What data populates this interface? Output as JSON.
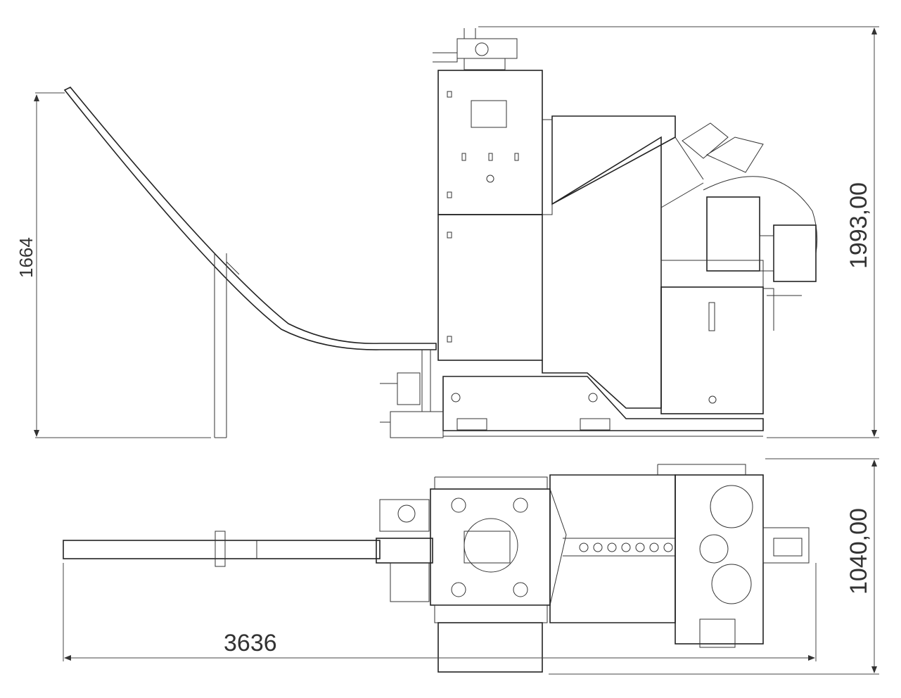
{
  "drawing": {
    "side_view": {
      "dimensions": {
        "chute_height": "1664",
        "total_height": "1993,00"
      }
    },
    "top_view": {
      "dimensions": {
        "total_length": "3636",
        "total_width": "1040,00"
      }
    }
  }
}
